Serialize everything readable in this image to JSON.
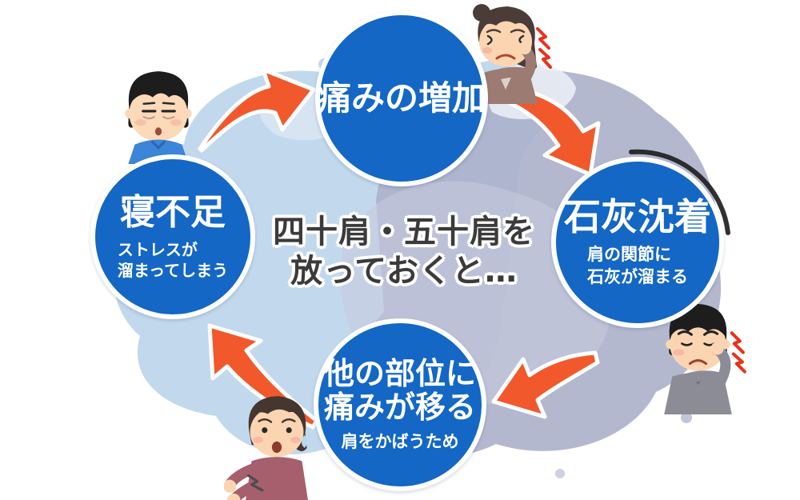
{
  "diagram": {
    "title_semantic": "frozen-shoulder-neglect-cycle",
    "center_caption": {
      "line1": "四十肩・五十肩を",
      "line2": "放っておくと…"
    },
    "circles": {
      "top": {
        "title": "痛みの増加"
      },
      "right": {
        "title": "石灰沈着",
        "subtitle_line1": "肩の関節に",
        "subtitle_line2": "石灰が溜まる"
      },
      "bottom": {
        "title_line1": "他の部位に",
        "title_line2": "痛みが移る",
        "subtitle": "肩をかばうため"
      },
      "left": {
        "title": "寝不足",
        "subtitle_line1": "ストレスが",
        "subtitle_line2": "溜まってしまう"
      }
    },
    "illustrations": {
      "sleepy_man": "sleepy-man-illustration",
      "woman_shoulder_pain": "woman-shoulder-pain-illustration",
      "man_shoulder_pain": "man-shoulder-pain-illustration",
      "worried_woman": "worried-woman-illustration"
    },
    "colors": {
      "circle_blue": "#1467C4",
      "arrow_orange": "#F1582B",
      "caption_text": "#3B3B3B",
      "watercolor_blue": "#BFD7EC",
      "watercolor_lavender": "#ACB0CA",
      "pain_mark_red": "#E8321C"
    }
  }
}
